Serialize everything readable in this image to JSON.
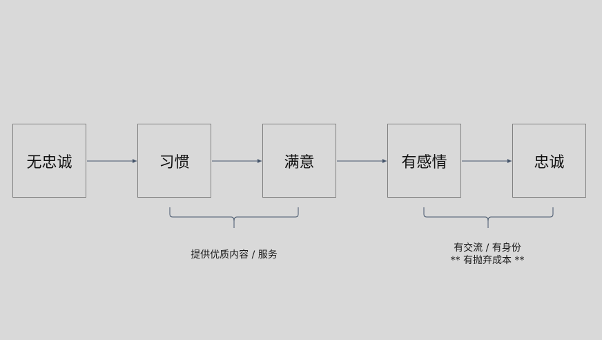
{
  "diagram": {
    "stages": [
      {
        "label": "无忠诚"
      },
      {
        "label": "习惯"
      },
      {
        "label": "满意"
      },
      {
        "label": "有感情"
      },
      {
        "label": "忠诚"
      }
    ],
    "groups": [
      {
        "lines": [
          "提供优质内容 / 服务"
        ]
      },
      {
        "lines": [
          "有交流 / 有身份",
          "** 有抛弃成本 **"
        ]
      }
    ]
  }
}
